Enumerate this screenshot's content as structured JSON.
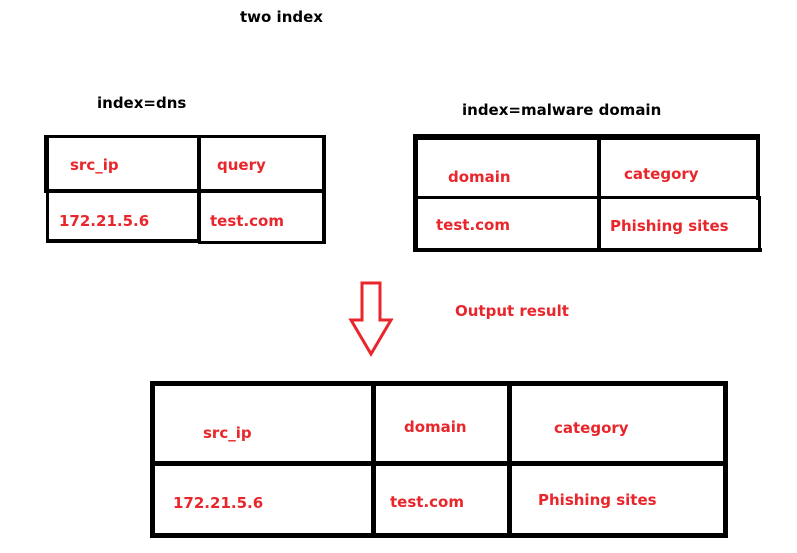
{
  "title": "two index",
  "colors": {
    "text": "#000000",
    "accent": "#e8262b",
    "border": "#000000"
  },
  "dns_table": {
    "label": "index=dns",
    "headers": [
      "src_ip",
      "query"
    ],
    "row": [
      "172.21.5.6",
      "test.com"
    ]
  },
  "malware_table": {
    "label": "index=malware domain",
    "headers": [
      "domain",
      "category"
    ],
    "row": [
      "test.com",
      "Phishing sites"
    ]
  },
  "arrow": {
    "icon": "down-arrow-icon"
  },
  "output_label": "Output result",
  "result_table": {
    "headers": [
      "src_ip",
      "domain",
      "category"
    ],
    "row": [
      "172.21.5.6",
      "test.com",
      "Phishing sites"
    ]
  }
}
